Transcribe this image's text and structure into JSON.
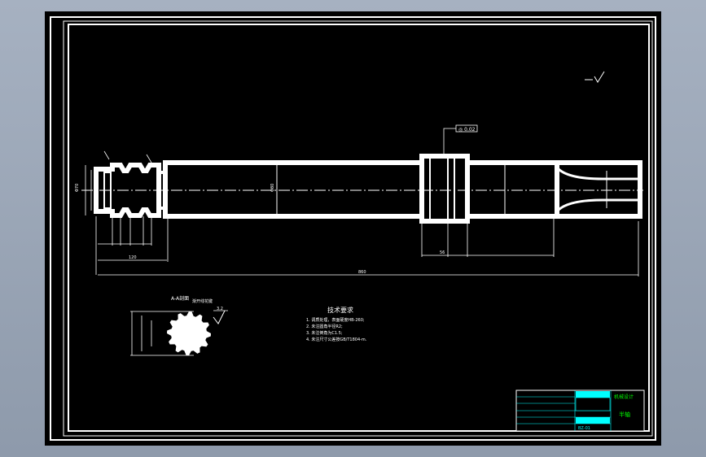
{
  "colors": {
    "background": "#98a4b5",
    "drawing_area": "#000000",
    "lines": "#ffffff",
    "title_block_accent": "#00ffff",
    "title_block_highlight": "#00ff00"
  },
  "drawing": {
    "tech_requirements": {
      "heading": "技术要求",
      "items": [
        "1. 调质处理，表面硬度HB-260;",
        "2. 未注圆角半径R2;",
        "3. 未注倒角为C1.5;",
        "4. 未注尺寸公差按GB/T1804-m."
      ]
    },
    "section_label": "A-A剖面",
    "section_note": "渐开线花键",
    "roughness_value": "3.2",
    "geometric_tolerance": "◎ 0.02",
    "dimensions": {
      "overall_length": "860",
      "spline_dia": "Φ70",
      "shaft_dia": "Φ80",
      "flange_width": "56",
      "end_length": "120"
    },
    "title_block": {
      "company": "机械设计",
      "title": "半轴",
      "drawing_no": "BZ-01"
    }
  }
}
